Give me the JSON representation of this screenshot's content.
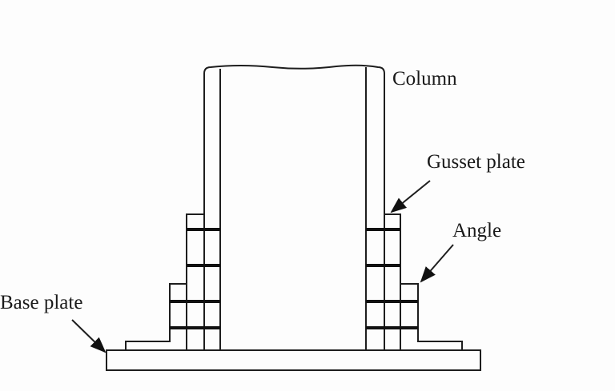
{
  "labels": {
    "column": "Column",
    "gusset_plate": "Gusset plate",
    "angle": "Angle",
    "base_plate": "Base plate"
  },
  "colors": {
    "line": "#1e1e1e",
    "background": "#fdfdfd"
  }
}
